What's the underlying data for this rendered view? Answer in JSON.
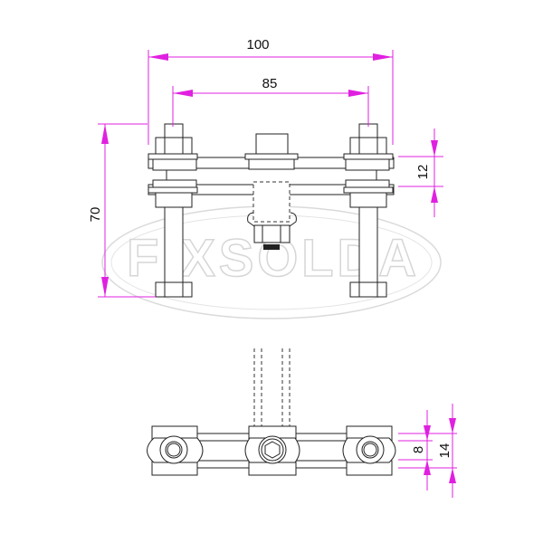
{
  "watermark": "FIXSOLDA",
  "colors": {
    "dimension": "#e020e0",
    "outline": "#222222",
    "watermark": "#d6d6d6"
  },
  "dimensions": {
    "overall_width": "100",
    "bolt_spacing": "85",
    "height": "70",
    "plate_gap": "12",
    "inner_width": "8",
    "outer_width": "14"
  }
}
